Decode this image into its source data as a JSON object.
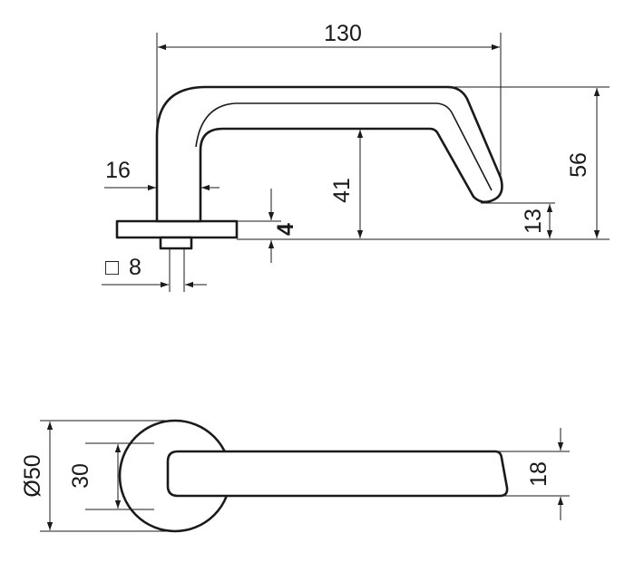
{
  "drawing": {
    "side_view": {
      "dim_length": "130",
      "dim_height": "56",
      "dim_inner_height": "41",
      "dim_tip_height": "13",
      "dim_neck_width": "16",
      "dim_rose_thickness": "4",
      "dim_spindle": "8",
      "spindle_symbol": "□"
    },
    "top_view": {
      "dim_rose_diameter": "50",
      "diameter_symbol": "Ø",
      "dim_grip_width": "30",
      "dim_lever_width": "18"
    }
  }
}
